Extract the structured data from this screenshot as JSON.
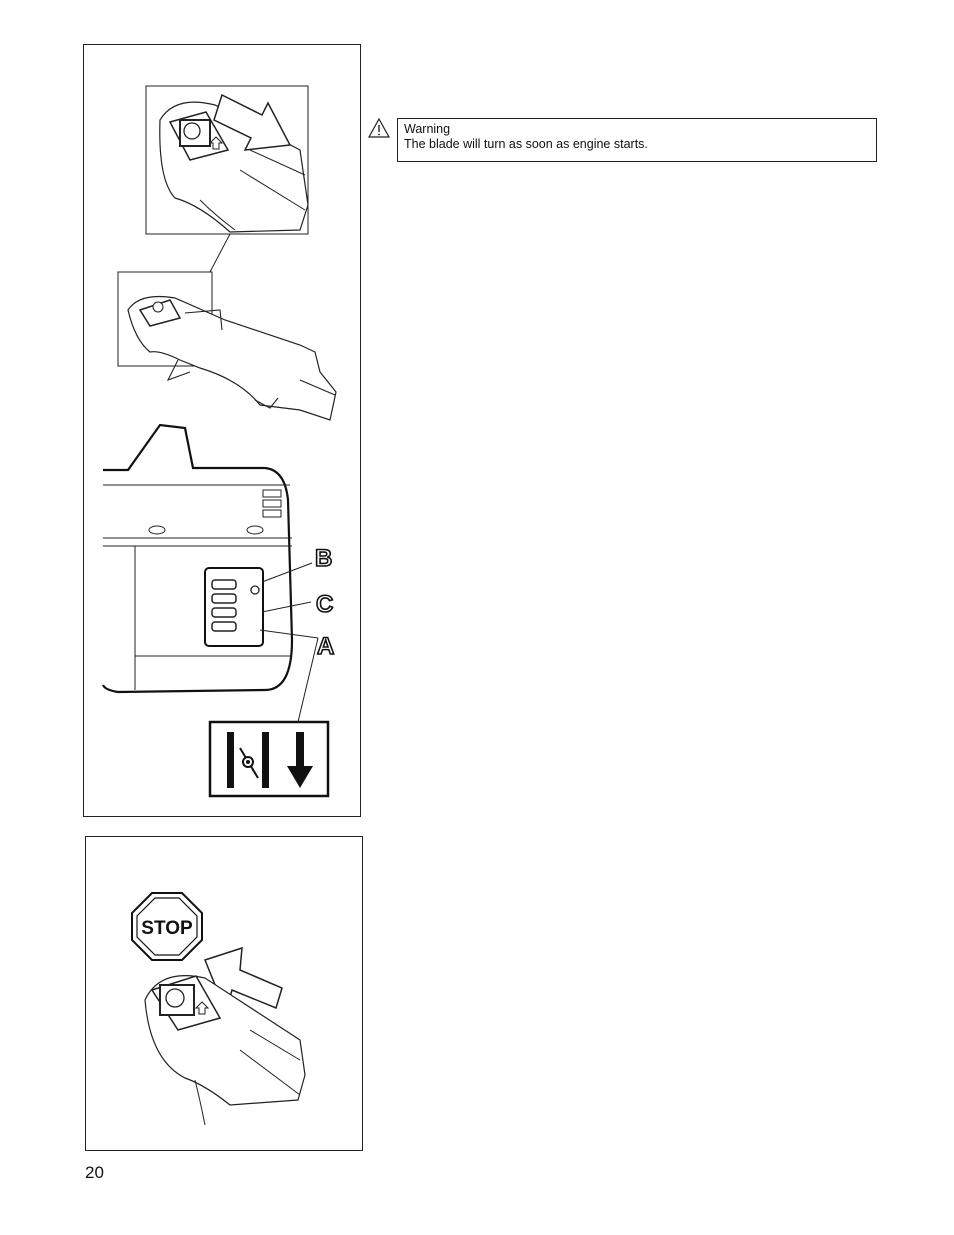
{
  "warning": {
    "title": "Warning",
    "text": "The blade will turn as soon as engine starts."
  },
  "figure_labels": {
    "b": "B",
    "c": "C",
    "a": "A"
  },
  "stop_sign": "STOP",
  "page_number": "20"
}
